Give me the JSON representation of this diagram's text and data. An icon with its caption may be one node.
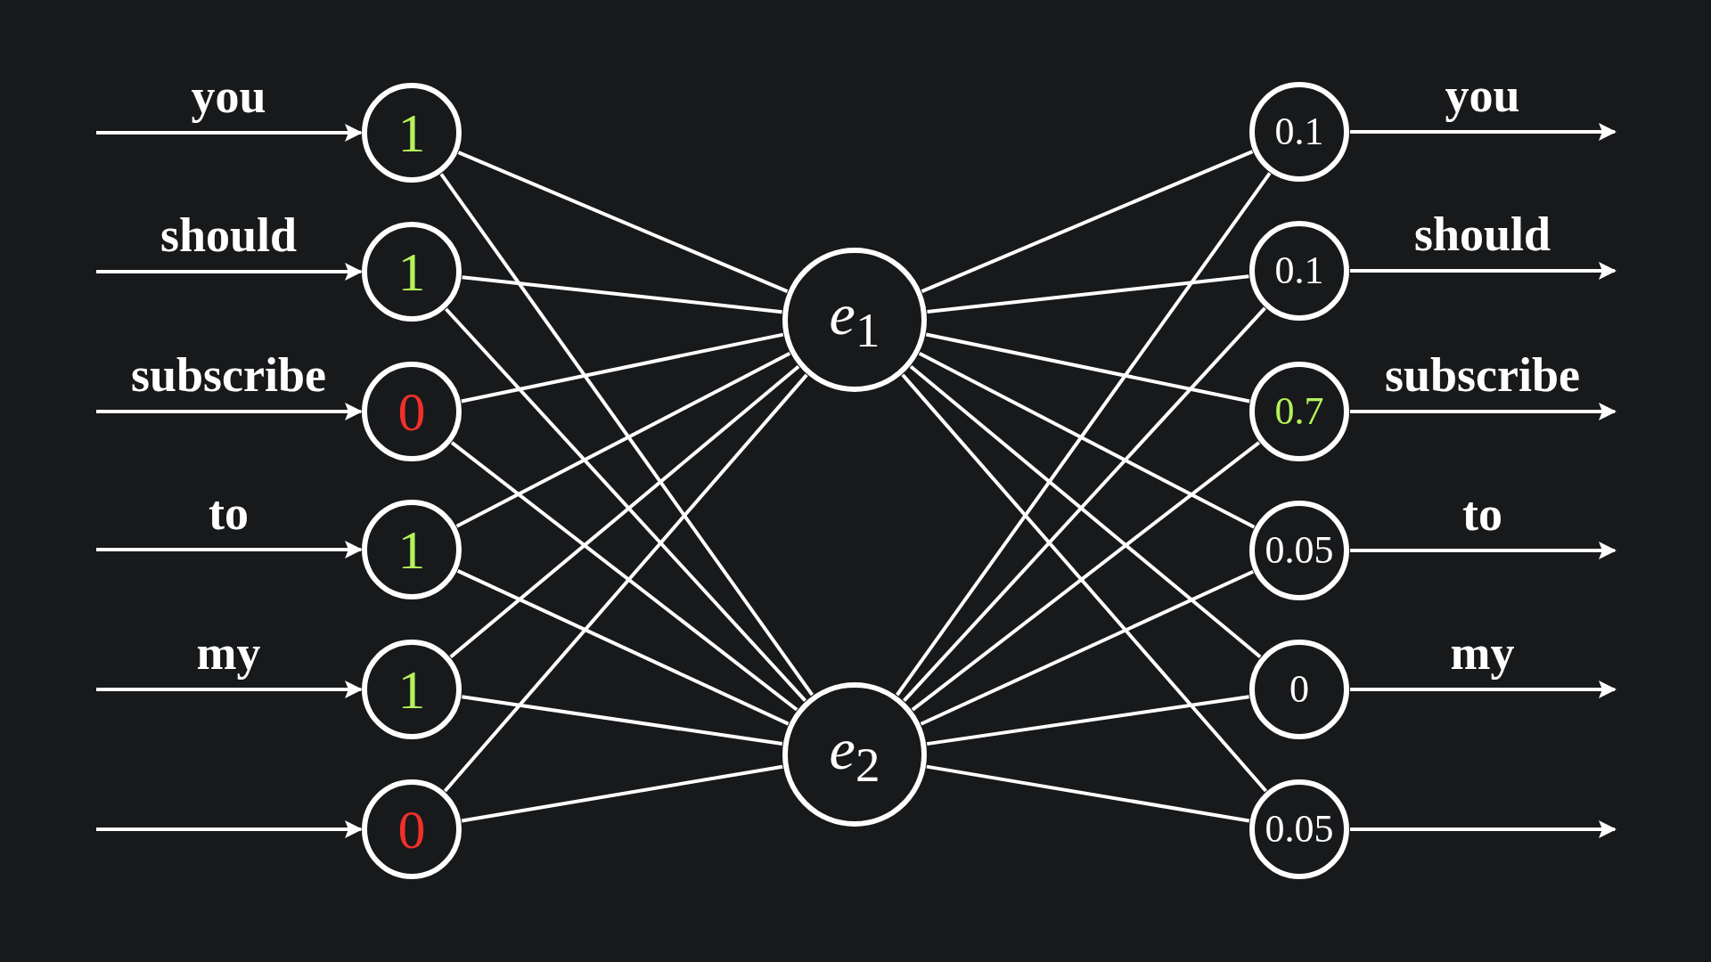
{
  "diagram": {
    "nodes": [
      {
        "text": [
          "1"
        ]
      },
      {
        "text": [
          "1"
        ]
      },
      {
        "text": [
          "0"
        ]
      },
      {
        "text": [
          "1"
        ]
      },
      {
        "text": [
          "1"
        ]
      },
      {
        "text": [
          "0"
        ]
      },
      {
        "text": [
          "*e*$_{1}$"
        ]
      },
      {
        "text": [
          "*e*$_{2}$"
        ]
      },
      {
        "text": [
          "0.1"
        ]
      },
      {
        "text": [
          "0.1"
        ]
      },
      {
        "text": [
          "0.7"
        ]
      },
      {
        "text": [
          "0.05"
        ]
      },
      {
        "text": [
          "0"
        ]
      },
      {
        "text": [
          "0.05"
        ]
      }
    ],
    "edges": [
      {
        "from": null,
        "to": 0,
        "arrow": "to",
        "label": "you"
      },
      {
        "from": null,
        "to": 1,
        "arrow": "to",
        "label": "should"
      },
      {
        "from": null,
        "to": 2,
        "arrow": "to",
        "label": "subscribe"
      },
      {
        "from": null,
        "to": 3,
        "arrow": "to",
        "label": "to"
      },
      {
        "from": null,
        "to": 4,
        "arrow": "to",
        "label": "my"
      },
      {
        "from": null,
        "to": 5,
        "arrow": "to"
      },
      {
        "from": 0,
        "to": 6,
        "arrow": "none"
      },
      {
        "from": 0,
        "to": 7,
        "arrow": "none"
      },
      {
        "from": 1,
        "to": 6,
        "arrow": "none"
      },
      {
        "from": 1,
        "to": 7,
        "arrow": "none"
      },
      {
        "from": 2,
        "to": 6,
        "arrow": "none"
      },
      {
        "from": 2,
        "to": 7,
        "arrow": "none"
      },
      {
        "from": 3,
        "to": 6,
        "arrow": "none"
      },
      {
        "from": 3,
        "to": 7,
        "arrow": "none"
      },
      {
        "from": 4,
        "to": 6,
        "arrow": "none"
      },
      {
        "from": 4,
        "to": 7,
        "arrow": "none"
      },
      {
        "from": 5,
        "to": 6,
        "arrow": "none"
      },
      {
        "from": 5,
        "to": 7,
        "arrow": "none"
      },
      {
        "from": 6,
        "to": 8,
        "arrow": "none"
      },
      {
        "from": 6,
        "to": 9,
        "arrow": "none"
      },
      {
        "from": 6,
        "to": 10,
        "arrow": "none"
      },
      {
        "from": 6,
        "to": 11,
        "arrow": "none"
      },
      {
        "from": 6,
        "to": 12,
        "arrow": "none"
      },
      {
        "from": 6,
        "to": 13,
        "arrow": "none"
      },
      {
        "from": 7,
        "to": 8,
        "arrow": "none"
      },
      {
        "from": 7,
        "to": 9,
        "arrow": "none"
      },
      {
        "from": 7,
        "to": 10,
        "arrow": "none"
      },
      {
        "from": 7,
        "to": 11,
        "arrow": "none"
      },
      {
        "from": 7,
        "to": 12,
        "arrow": "none"
      },
      {
        "from": 7,
        "to": 13,
        "arrow": "none"
      },
      {
        "from": 8,
        "to": null,
        "arrow": "to",
        "label": "you"
      },
      {
        "from": 9,
        "to": null,
        "arrow": "to",
        "label": "should"
      },
      {
        "from": 10,
        "to": null,
        "arrow": "to",
        "label": "subscribe"
      },
      {
        "from": 11,
        "to": null,
        "arrow": "to",
        "label": "to"
      },
      {
        "from": 12,
        "to": null,
        "arrow": "to",
        "label": "my"
      },
      {
        "from": 13,
        "to": null,
        "arrow": "to"
      }
    ]
  }
}
